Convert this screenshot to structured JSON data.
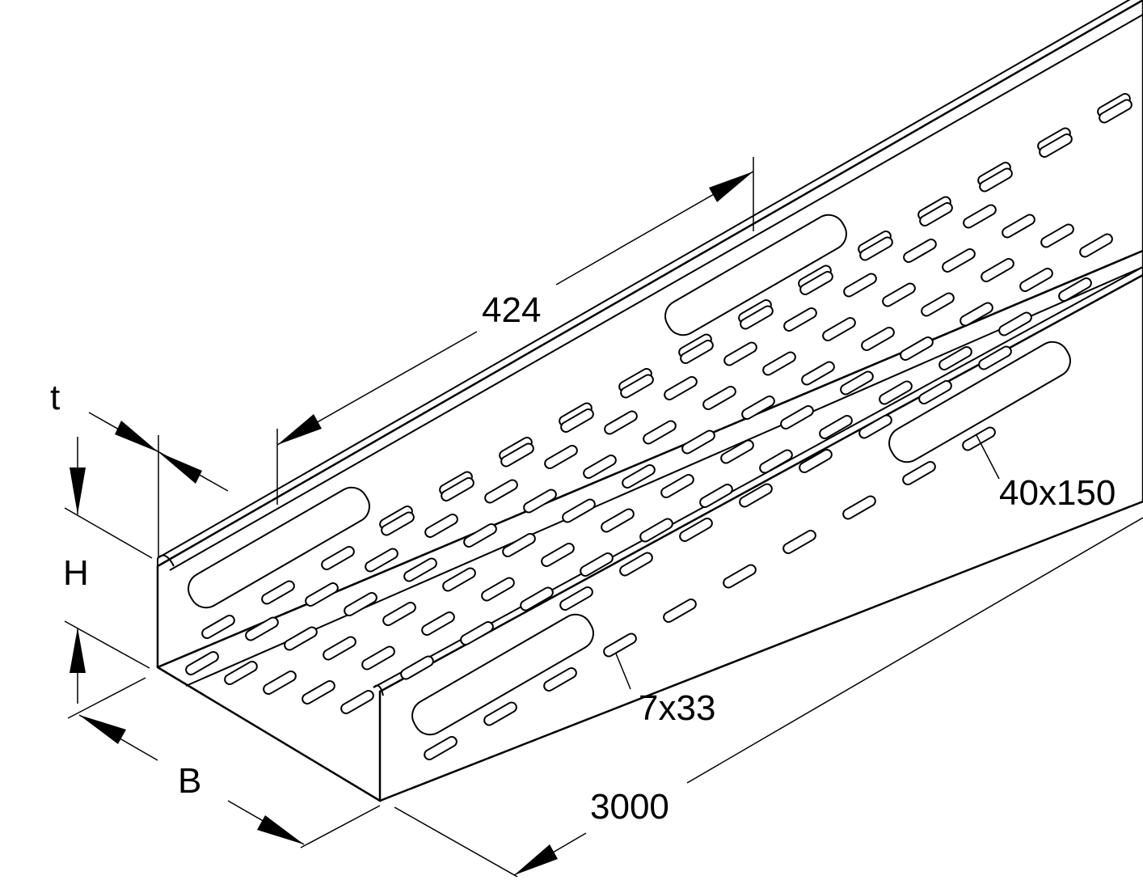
{
  "dimensions": {
    "thickness_label": "t",
    "height_label": "H",
    "width_label": "B",
    "slot_pitch": "424",
    "length": "3000",
    "small_slot": "7x33",
    "large_slot": "40x150"
  },
  "colors": {
    "line": "#000000",
    "background": "#ffffff"
  }
}
